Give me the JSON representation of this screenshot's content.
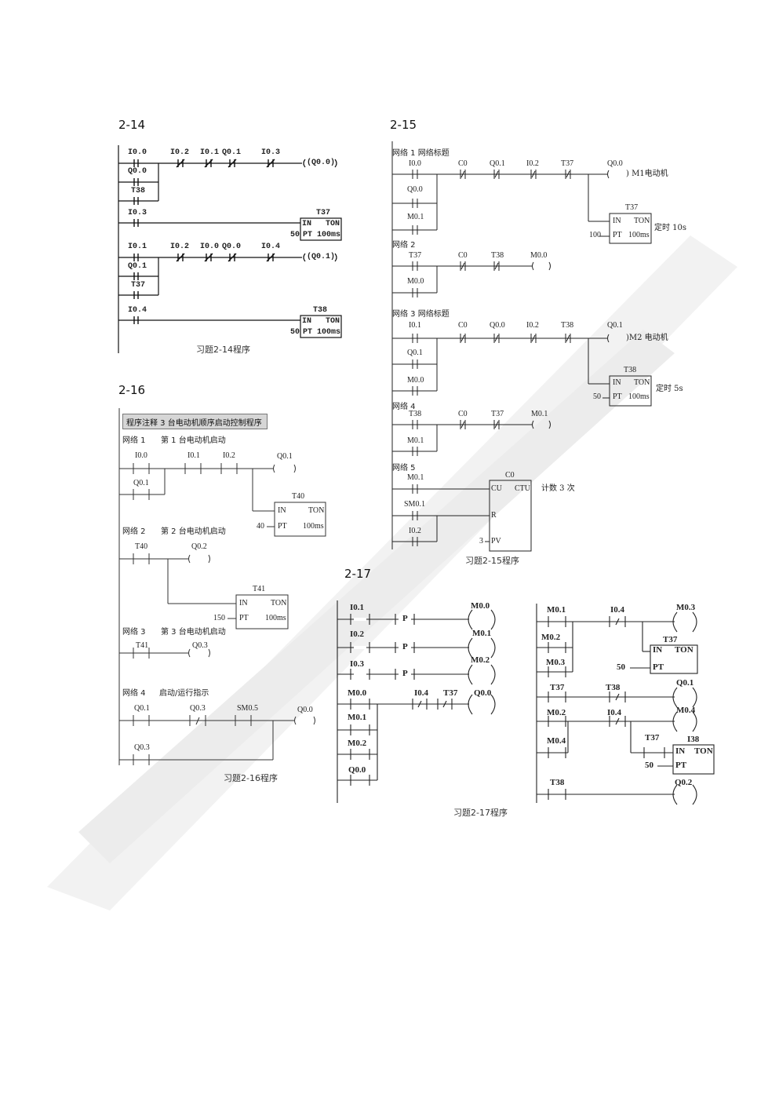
{
  "sections": {
    "s14": {
      "title": "2-14",
      "caption": "习题2-14程序",
      "rung1": {
        "contacts": [
          "I0.0",
          "I0.2",
          "I0.1",
          "Q0.1",
          "I0.3"
        ],
        "branches": [
          "Q0.0",
          "T38"
        ],
        "coil": "(Q0.0)"
      },
      "rung2": {
        "contact": "I0.3",
        "timer": {
          "name": "T37",
          "in": "IN",
          "type": "TON",
          "pt_value": "50",
          "pt": "PT",
          "base": "100ms"
        }
      },
      "rung3": {
        "contacts": [
          "I0.1",
          "I0.2",
          "I0.0",
          "Q0.0",
          "I0.4"
        ],
        "branches": [
          "Q0.1",
          "T37"
        ],
        "coil": "(Q0.1)"
      },
      "rung4": {
        "contact": "I0.4",
        "timer": {
          "name": "T38",
          "in": "IN",
          "type": "TON",
          "pt_value": "50",
          "pt": "PT",
          "base": "100ms"
        }
      }
    },
    "s15": {
      "title": "2-15",
      "caption": "习题2-15程序",
      "net1": {
        "label": "网络 1    网络标题",
        "contacts": [
          "I0.0",
          "C0",
          "Q0.1",
          "I0.2",
          "T37"
        ],
        "branches": [
          "Q0.0",
          "M0.1"
        ],
        "coil": "Q0.0",
        "coil_note": ") M1电动机",
        "timer": {
          "name": "T37",
          "in": "IN",
          "type": "TON",
          "pt_value": "100",
          "pt": "PT",
          "base": "100ms",
          "note": "定时 10s"
        }
      },
      "net2": {
        "label": "网络 2",
        "contacts": [
          "T37",
          "C0",
          "T38"
        ],
        "branches": [
          "M0.0"
        ],
        "coil": "M0.0"
      },
      "net3": {
        "label": "网络 3    网络标题",
        "contacts": [
          "I0.1",
          "C0",
          "Q0.0",
          "I0.2",
          "T38"
        ],
        "branches": [
          "Q0.1",
          "M0.0"
        ],
        "coil": "Q0.1",
        "coil_note": ")M2 电动机",
        "timer": {
          "name": "T38",
          "in": "IN",
          "type": "TON",
          "pt_value": "50",
          "pt": "PT",
          "base": "100ms",
          "note": "定时 5s"
        }
      },
      "net4": {
        "label": "网络 4",
        "contacts": [
          "T38",
          "C0",
          "T37"
        ],
        "branches": [
          "M0.1"
        ],
        "coil": "M0.1"
      },
      "net5": {
        "label": "网络 5",
        "contacts": [
          "M0.1",
          "SM0.1",
          "I0.2"
        ],
        "counter": {
          "name": "C0",
          "cu": "CU",
          "type": "CTU",
          "r": "R",
          "pv": "PV",
          "pv_value": "3",
          "note": "计数 3 次"
        }
      }
    },
    "s16": {
      "title": "2-16",
      "caption": "习题2-16程序",
      "comment": "程序注释  3 台电动机顺序启动控制程序",
      "net1": {
        "label": "网络 1",
        "desc": "第 1 台电动机启动",
        "contacts": [
          "I0.0",
          "I0.1",
          "I0.2"
        ],
        "branches": [
          "Q0.1"
        ],
        "coil": "Q0.1",
        "timer": {
          "name": "T40",
          "in": "IN",
          "type": "TON",
          "pt_value": "40",
          "pt": "PT",
          "base": "100ms"
        }
      },
      "net2": {
        "label": "网络 2",
        "desc": "第 2 台电动机启动",
        "contacts": [
          "T40"
        ],
        "coil": "Q0.2",
        "timer": {
          "name": "T41",
          "in": "IN",
          "type": "TON",
          "pt_value": "150",
          "pt": "PT",
          "base": "100ms"
        }
      },
      "net3": {
        "label": "网络 3",
        "desc": "第 3 台电动机启动",
        "contacts": [
          "T41"
        ],
        "coil": "Q0.3"
      },
      "net4": {
        "label": "网络 4",
        "desc": "启动/运行指示",
        "contacts": [
          "Q0.1",
          "Q0.3",
          "SM0.5"
        ],
        "branches": [
          "Q0.3"
        ],
        "coil": "Q0.0"
      }
    },
    "s17": {
      "title": "2-17",
      "caption": "习题2-17程序",
      "left": {
        "r1": {
          "contact": "I0.1",
          "edge": "P",
          "coil": "M0.0"
        },
        "r2": {
          "contact": "I0.2",
          "edge": "P",
          "coil": "M0.1"
        },
        "r3": {
          "contact": "I0.3",
          "edge": "P",
          "coil": "M0.2"
        },
        "r4": {
          "contacts": [
            "M0.0",
            "I0.4",
            "T37"
          ],
          "branches": [
            "M0.1",
            "M0.2",
            "Q0.0"
          ],
          "coil": "Q0.0"
        }
      },
      "right": {
        "r1": {
          "contacts": [
            "M0.1",
            "I0.4"
          ],
          "branches": [
            "M0.2",
            "M0.3"
          ],
          "coil": "M0.3",
          "timer": {
            "name": "T37",
            "in": "IN",
            "type": "TON",
            "pt": "PT",
            "pt_value": "50"
          }
        },
        "r2": {
          "contacts": [
            "T37",
            "T38"
          ],
          "coil": "Q0.1"
        },
        "r3": {
          "contacts": [
            "M0.2",
            "I0.4",
            "T37"
          ],
          "branches": [
            "M0.4"
          ],
          "coil": "M0.4",
          "timer": {
            "name": "I38",
            "in": "IN",
            "type": "TON",
            "pt": "PT",
            "pt_value": "50"
          }
        },
        "r4": {
          "contacts": [
            "T38"
          ],
          "coil": "Q0.2"
        }
      }
    }
  }
}
